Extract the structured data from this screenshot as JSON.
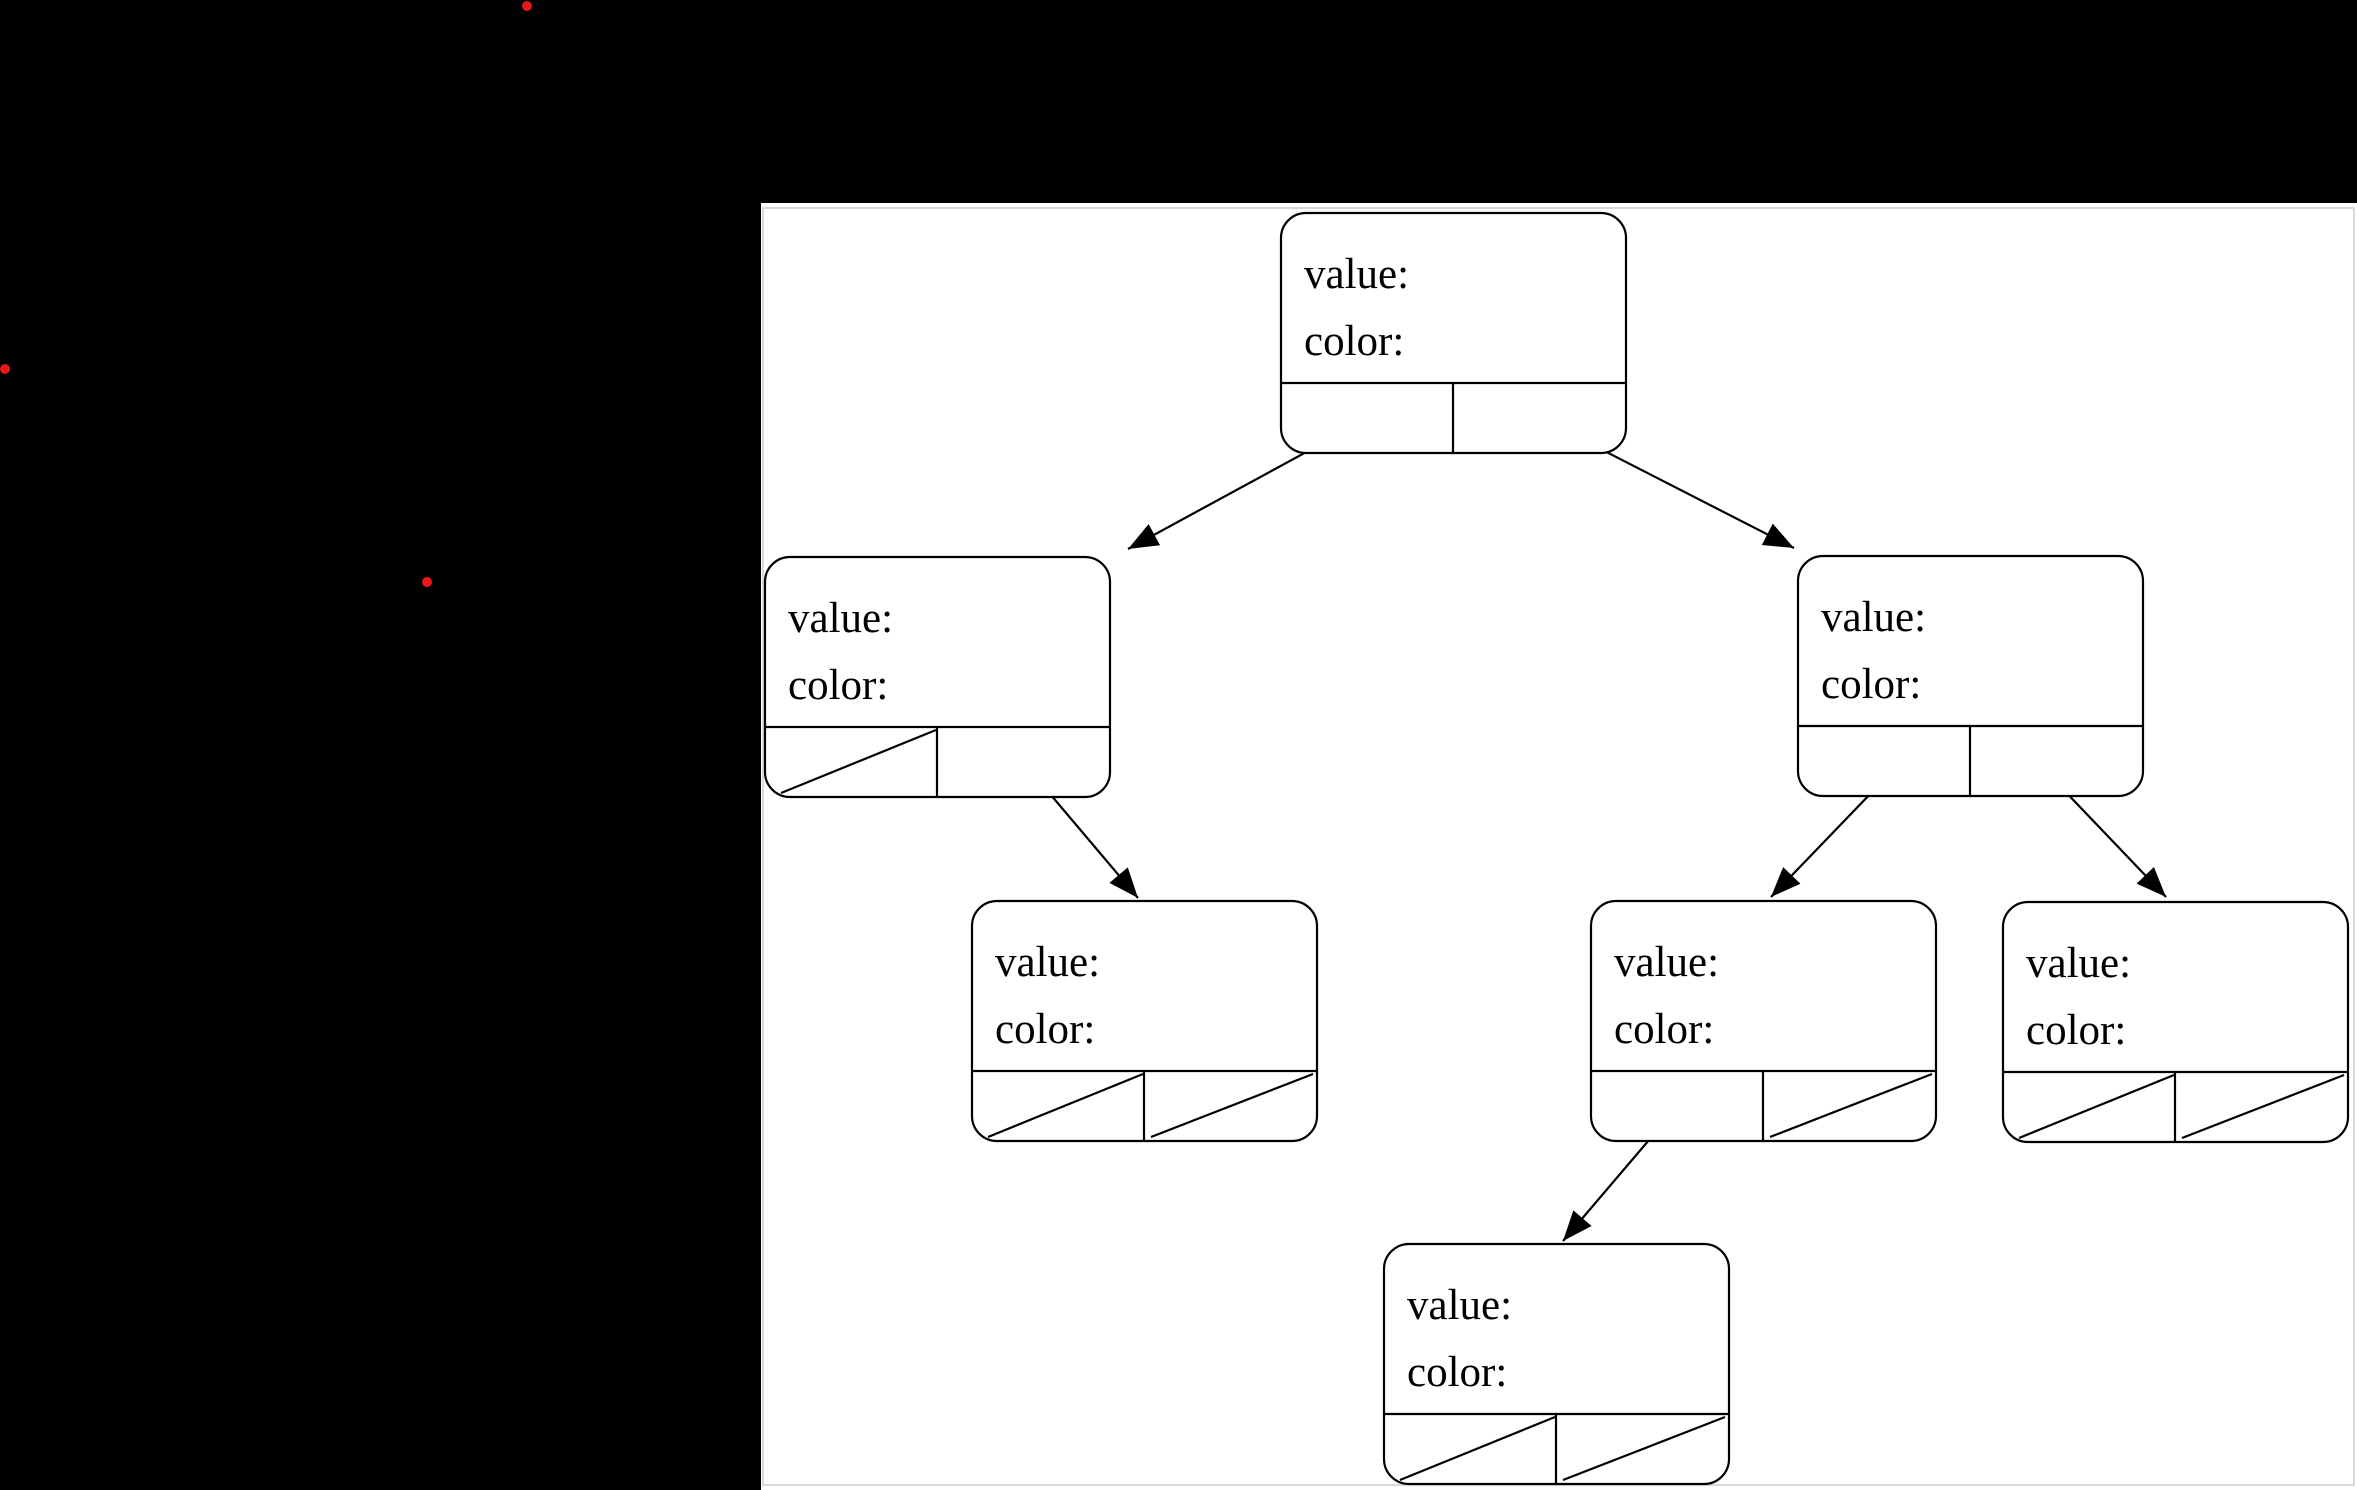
{
  "page": {
    "background": "#000000"
  },
  "panel": {
    "background": "#ffffff",
    "frame_color": "#d9d9d9"
  },
  "colors": {
    "line": "#000000",
    "text": "#000000",
    "marker_red": "#e8191c"
  },
  "tree": {
    "node_count": 7,
    "nodes": [
      {
        "name": "root",
        "value_label": "value:",
        "color_label": "color:",
        "value": "",
        "color": "",
        "left_pointer": "child",
        "right_pointer": "child"
      },
      {
        "name": "left-child",
        "value_label": "value:",
        "color_label": "color:",
        "value": "",
        "color": "",
        "left_pointer": "null",
        "right_pointer": "child"
      },
      {
        "name": "right-child",
        "value_label": "value:",
        "color_label": "color:",
        "value": "",
        "color": "",
        "left_pointer": "child",
        "right_pointer": "child"
      },
      {
        "name": "left-right-grandchild",
        "value_label": "value:",
        "color_label": "color:",
        "value": "",
        "color": "",
        "left_pointer": "null",
        "right_pointer": "null"
      },
      {
        "name": "right-left-grandchild",
        "value_label": "value:",
        "color_label": "color:",
        "value": "",
        "color": "",
        "left_pointer": "child",
        "right_pointer": "null"
      },
      {
        "name": "right-right-grandchild",
        "value_label": "value:",
        "color_label": "color:",
        "value": "",
        "color": "",
        "left_pointer": "null",
        "right_pointer": "null"
      },
      {
        "name": "great-grandchild",
        "value_label": "value:",
        "color_label": "color:",
        "value": "",
        "color": "",
        "left_pointer": "null",
        "right_pointer": "null"
      }
    ]
  },
  "annotations": {
    "red_dot_count": 3
  }
}
